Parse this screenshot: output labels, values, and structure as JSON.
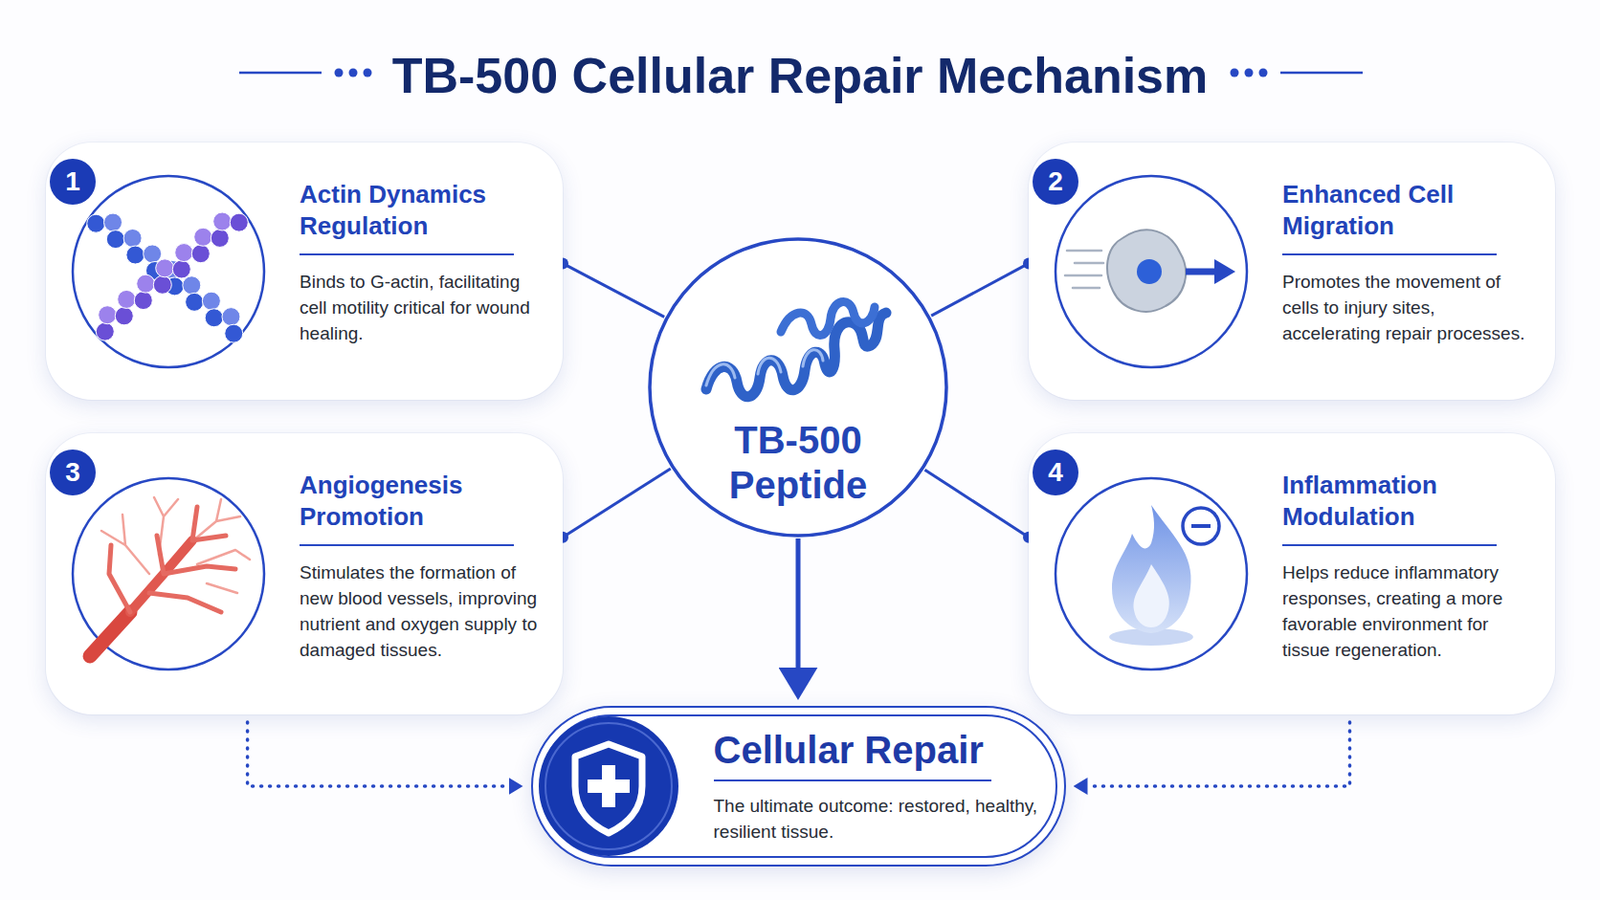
{
  "diagram": {
    "title": "TB-500 Cellular Repair Mechanism",
    "nodes": [
      {
        "text": [
          "Actin Dynamics Regulation",
          "Binds to G-actin, facilitating cell motility critical for wound healing."
        ]
      },
      {
        "text": [
          "Enhanced Cell Migration",
          "Promotes the movement of cells to injury sites, accelerating repair processes."
        ]
      },
      {
        "text": [
          "TB-500 Peptide"
        ]
      },
      {
        "text": [
          "Angiogenesis Promotion",
          "Stimulates the formation of new blood vessels, improving nutrient and oxygen supply to damaged tissues."
        ]
      },
      {
        "text": [
          "Inflammation Modulation",
          "Helps reduce inflammatory responses, creating a more favorable environment for tissue regeneration."
        ]
      },
      {
        "text": [
          "Cellular Repair",
          "The ultimate outcome: restored, healthy, resilient tissue."
        ]
      }
    ],
    "edges": [
      {
        "from": 2,
        "to": 0,
        "arrow": "none"
      },
      {
        "from": 2,
        "to": 1,
        "arrow": "none"
      },
      {
        "from": 2,
        "to": 3,
        "arrow": "none"
      },
      {
        "from": 2,
        "to": 4,
        "arrow": "none"
      },
      {
        "from": 2,
        "to": 5,
        "arrow": "to"
      },
      {
        "from": 3,
        "to": 5,
        "arrow": "to"
      },
      {
        "from": 4,
        "to": 5,
        "arrow": "to"
      }
    ],
    "labels": [
      "1",
      "2",
      "3",
      "4"
    ]
  }
}
